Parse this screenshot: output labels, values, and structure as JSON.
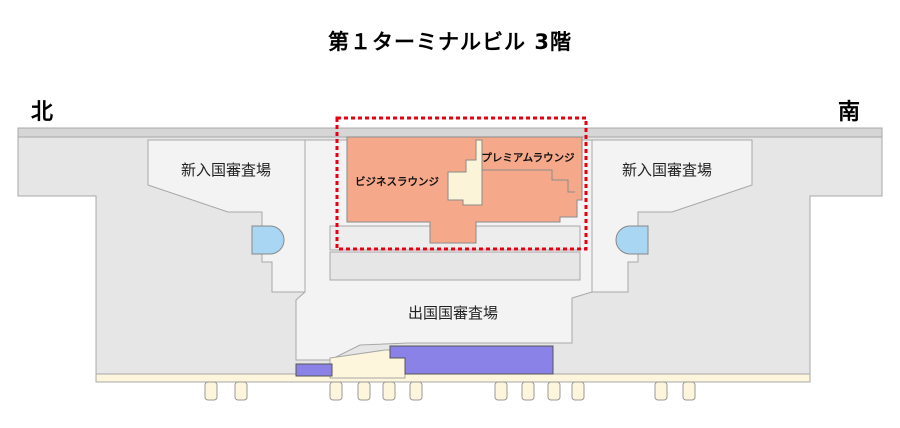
{
  "title": "第１ターミナルビル 3階",
  "directions": {
    "north": "北",
    "south": "南"
  },
  "areas": {
    "immigration_north": "新入国審査場",
    "immigration_south": "新入国審査場",
    "departure_immigration": "出国国審査場",
    "business_lounge": "ビジネスラウンジ",
    "premium_lounge": "プレミアムラウンジ"
  },
  "colors": {
    "floor": "#e9e9e9",
    "hall": "#f3f3f3",
    "outline": "#a8a8a8",
    "lounge": "#f6a98a",
    "lounge_core": "#fbf4d8",
    "highlight": "#e60012",
    "purple": "#8a82e6",
    "cream": "#fdf6dc",
    "blue": "#a9d6f3"
  }
}
